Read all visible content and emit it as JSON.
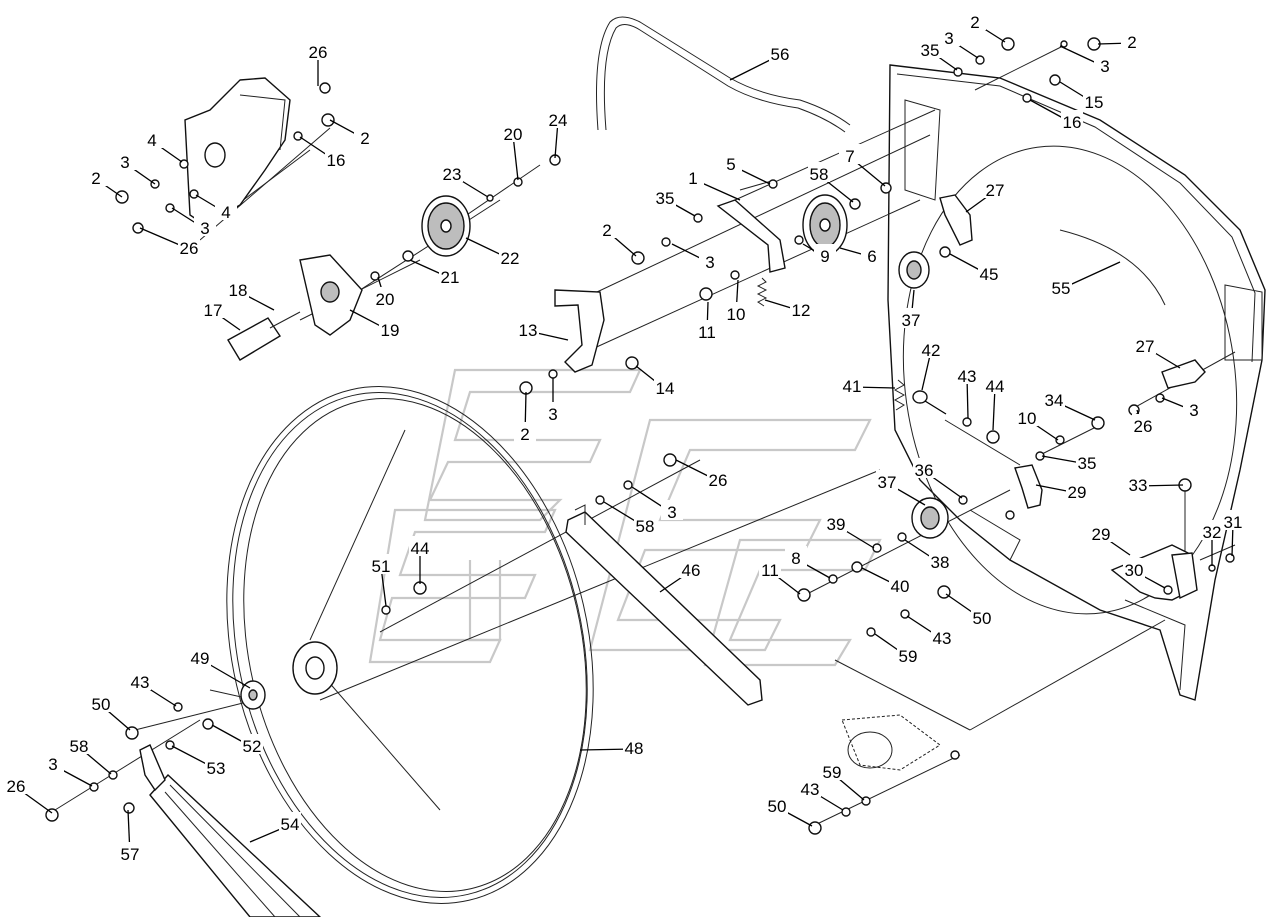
{
  "diagram": {
    "type": "exploded parts diagram",
    "callouts": [
      {
        "id": "c1",
        "text": "26"
      },
      {
        "id": "c2",
        "text": "2"
      },
      {
        "id": "c3",
        "text": "16"
      },
      {
        "id": "c4",
        "text": "4"
      },
      {
        "id": "c5",
        "text": "3"
      },
      {
        "id": "c6",
        "text": "2"
      },
      {
        "id": "c7",
        "text": "4"
      },
      {
        "id": "c8",
        "text": "3"
      },
      {
        "id": "c9",
        "text": "26"
      },
      {
        "id": "c10",
        "text": "20"
      },
      {
        "id": "c11",
        "text": "24"
      },
      {
        "id": "c12",
        "text": "23"
      },
      {
        "id": "c13",
        "text": "22"
      },
      {
        "id": "c14",
        "text": "21"
      },
      {
        "id": "c15",
        "text": "20"
      },
      {
        "id": "c16",
        "text": "18"
      },
      {
        "id": "c17",
        "text": "17"
      },
      {
        "id": "c18",
        "text": "19"
      },
      {
        "id": "c19",
        "text": "56"
      },
      {
        "id": "c20",
        "text": "2"
      },
      {
        "id": "c21",
        "text": "35"
      },
      {
        "id": "c22",
        "text": "3"
      },
      {
        "id": "c23",
        "text": "2"
      },
      {
        "id": "c24",
        "text": "3"
      },
      {
        "id": "c25",
        "text": "15"
      },
      {
        "id": "c26",
        "text": "16"
      },
      {
        "id": "c27",
        "text": "5"
      },
      {
        "id": "c28",
        "text": "1"
      },
      {
        "id": "c29",
        "text": "7"
      },
      {
        "id": "c30",
        "text": "58"
      },
      {
        "id": "c31",
        "text": "35"
      },
      {
        "id": "c32",
        "text": "2"
      },
      {
        "id": "c33",
        "text": "3"
      },
      {
        "id": "c34",
        "text": "9"
      },
      {
        "id": "c35",
        "text": "6"
      },
      {
        "id": "c36",
        "text": "27"
      },
      {
        "id": "c37",
        "text": "45"
      },
      {
        "id": "c38",
        "text": "55"
      },
      {
        "id": "c39",
        "text": "11"
      },
      {
        "id": "c40",
        "text": "10"
      },
      {
        "id": "c41",
        "text": "12"
      },
      {
        "id": "c42",
        "text": "37"
      },
      {
        "id": "c43",
        "text": "13"
      },
      {
        "id": "c44",
        "text": "14"
      },
      {
        "id": "c45",
        "text": "2"
      },
      {
        "id": "c46",
        "text": "3"
      },
      {
        "id": "c47",
        "text": "42"
      },
      {
        "id": "c48",
        "text": "41"
      },
      {
        "id": "c49",
        "text": "43"
      },
      {
        "id": "c50",
        "text": "44"
      },
      {
        "id": "c51",
        "text": "27"
      },
      {
        "id": "c52",
        "text": "34"
      },
      {
        "id": "c53",
        "text": "10"
      },
      {
        "id": "c54",
        "text": "3"
      },
      {
        "id": "c55",
        "text": "26"
      },
      {
        "id": "c56",
        "text": "35"
      },
      {
        "id": "c57",
        "text": "36"
      },
      {
        "id": "c58",
        "text": "37"
      },
      {
        "id": "c59",
        "text": "29"
      },
      {
        "id": "c60",
        "text": "33"
      },
      {
        "id": "c61",
        "text": "26"
      },
      {
        "id": "c62",
        "text": "3"
      },
      {
        "id": "c63",
        "text": "58"
      },
      {
        "id": "c64",
        "text": "39"
      },
      {
        "id": "c65",
        "text": "38"
      },
      {
        "id": "c66",
        "text": "29"
      },
      {
        "id": "c67",
        "text": "32"
      },
      {
        "id": "c68",
        "text": "31"
      },
      {
        "id": "c69",
        "text": "30"
      },
      {
        "id": "c70",
        "text": "51"
      },
      {
        "id": "c71",
        "text": "44"
      },
      {
        "id": "c72",
        "text": "46"
      },
      {
        "id": "c73",
        "text": "8"
      },
      {
        "id": "c74",
        "text": "11"
      },
      {
        "id": "c75",
        "text": "40"
      },
      {
        "id": "c76",
        "text": "50"
      },
      {
        "id": "c77",
        "text": "43"
      },
      {
        "id": "c78",
        "text": "59"
      },
      {
        "id": "c79",
        "text": "49"
      },
      {
        "id": "c80",
        "text": "43"
      },
      {
        "id": "c81",
        "text": "50"
      },
      {
        "id": "c82",
        "text": "52"
      },
      {
        "id": "c83",
        "text": "58"
      },
      {
        "id": "c84",
        "text": "53"
      },
      {
        "id": "c85",
        "text": "3"
      },
      {
        "id": "c86",
        "text": "48"
      },
      {
        "id": "c87",
        "text": "26"
      },
      {
        "id": "c88",
        "text": "57"
      },
      {
        "id": "c89",
        "text": "54"
      },
      {
        "id": "c90",
        "text": "59"
      },
      {
        "id": "c91",
        "text": "43"
      },
      {
        "id": "c92",
        "text": "50"
      }
    ]
  }
}
